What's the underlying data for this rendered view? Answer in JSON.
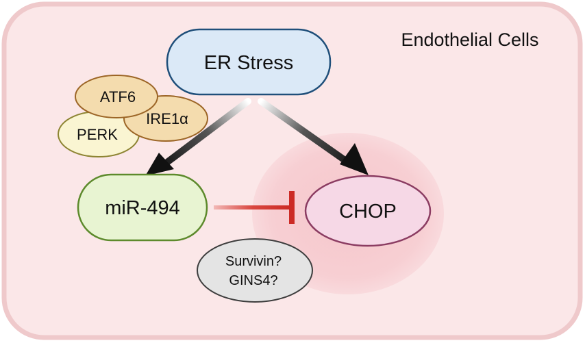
{
  "diagram": {
    "container_label": "Endothelial Cells",
    "nodes": {
      "er_stress": "ER Stress",
      "atf6": "ATF6",
      "ire1a": "IRE1α",
      "perk": "PERK",
      "mir494": "miR-494",
      "chop": "CHOP",
      "survivin": "Survivin?",
      "gins4": "GINS4?"
    },
    "edges": [
      {
        "from": "ER Stress",
        "to": "miR-494",
        "kind": "activation"
      },
      {
        "from": "ER Stress",
        "to": "CHOP",
        "kind": "activation"
      },
      {
        "from": "miR-494",
        "to": "CHOP",
        "kind": "inhibition"
      }
    ],
    "colors": {
      "cell_fill": "#fbe7e8",
      "cell_stroke": "#efc9cb",
      "er_fill": "#dbe9f7",
      "er_stroke": "#1f4f7a",
      "sensor_fill": "#f4dcae",
      "sensor_stroke": "#9c6526",
      "perk_fill": "#faf5d2",
      "perk_stroke": "#8d8432",
      "mir_fill": "#e8f4d2",
      "mir_stroke": "#5d8a2c",
      "chop_fill": "#f6d8e6",
      "chop_stroke": "#8b3c62",
      "halo_fill": "#f7cfd3",
      "question_fill": "#e4e4e4",
      "question_stroke": "#3d3d3d",
      "inhibit_color": "#cc2b25",
      "arrow_color": "#111111"
    }
  }
}
